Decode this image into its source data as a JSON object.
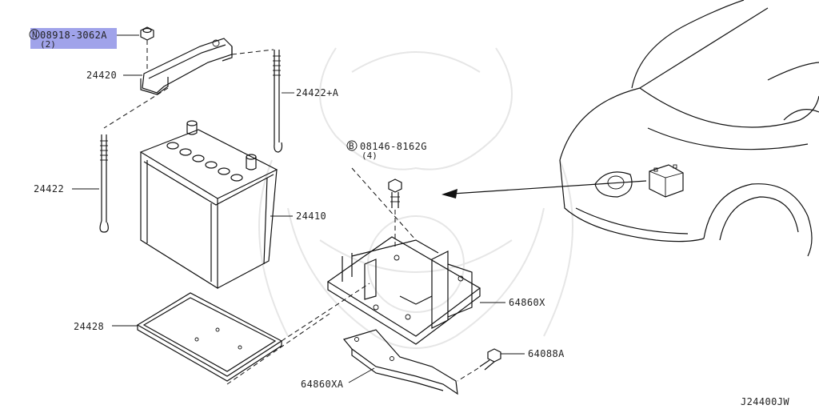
{
  "diagram": {
    "callouts": [
      {
        "id": "nut",
        "code": "08918-3062A",
        "qty": "(2)",
        "prefix": "N",
        "highlight_color": "#8f93e6"
      },
      {
        "id": "bracket",
        "code": "24420"
      },
      {
        "id": "rod_a",
        "code": "24422+A"
      },
      {
        "id": "rod",
        "code": "24422"
      },
      {
        "id": "battery",
        "code": "24410"
      },
      {
        "id": "bolt",
        "code": "08146-8162G",
        "qty": "(4)",
        "prefix": "B"
      },
      {
        "id": "tray",
        "code": "24428"
      },
      {
        "id": "frame",
        "code": "64860X"
      },
      {
        "id": "bolt2",
        "code": "64088A"
      },
      {
        "id": "plate",
        "code": "64860XA"
      }
    ],
    "figure_id": "J24400JW"
  }
}
